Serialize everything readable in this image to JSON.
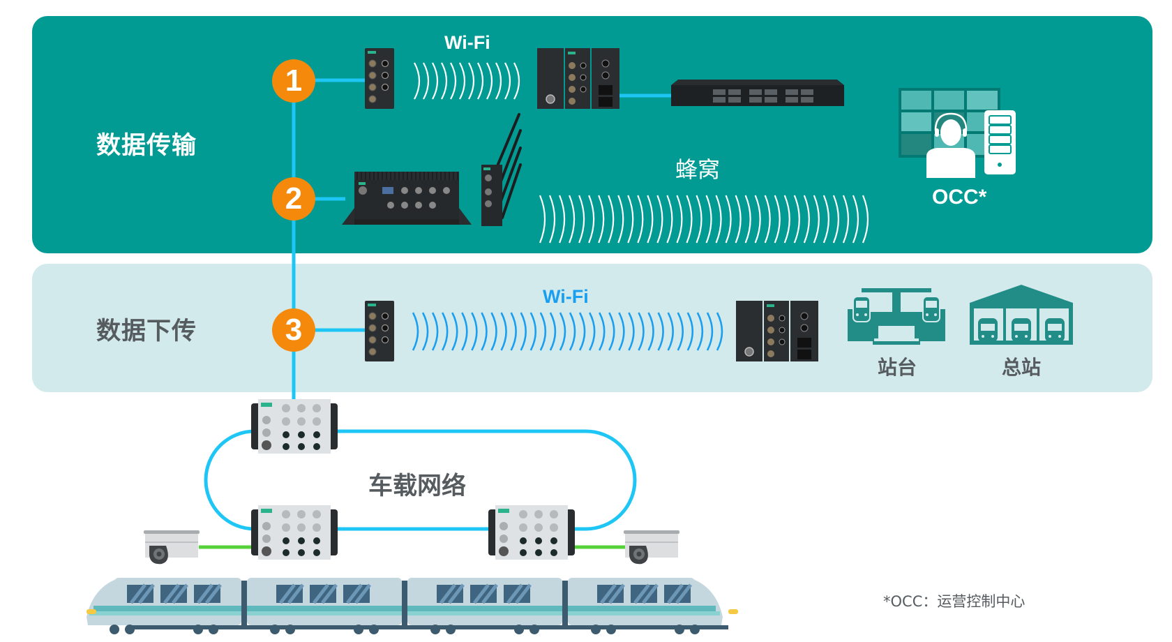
{
  "sections": {
    "transmission": {
      "title": "数据传输"
    },
    "offload": {
      "title": "数据下传"
    }
  },
  "steps": [
    {
      "number": "1"
    },
    {
      "number": "2"
    },
    {
      "number": "3"
    }
  ],
  "links": {
    "wifi_top": "Wi-Fi",
    "cellular": "蜂窝",
    "wifi_bottom": "Wi-Fi"
  },
  "destinations": {
    "occ": "OCC*",
    "station": "站台",
    "depot": "总站"
  },
  "onboard": {
    "title": "车载网络"
  },
  "footnote": "*OCC：运营控制中心",
  "colors": {
    "teal_panel": "#029b94",
    "light_panel": "#d3eaec",
    "badge_orange": "#f5890c",
    "backbone_cyan": "#1ec6f5",
    "wifi_blue": "#1a9ff0",
    "camera_link_green": "#56d13a",
    "icon_teal": "#228c86"
  }
}
